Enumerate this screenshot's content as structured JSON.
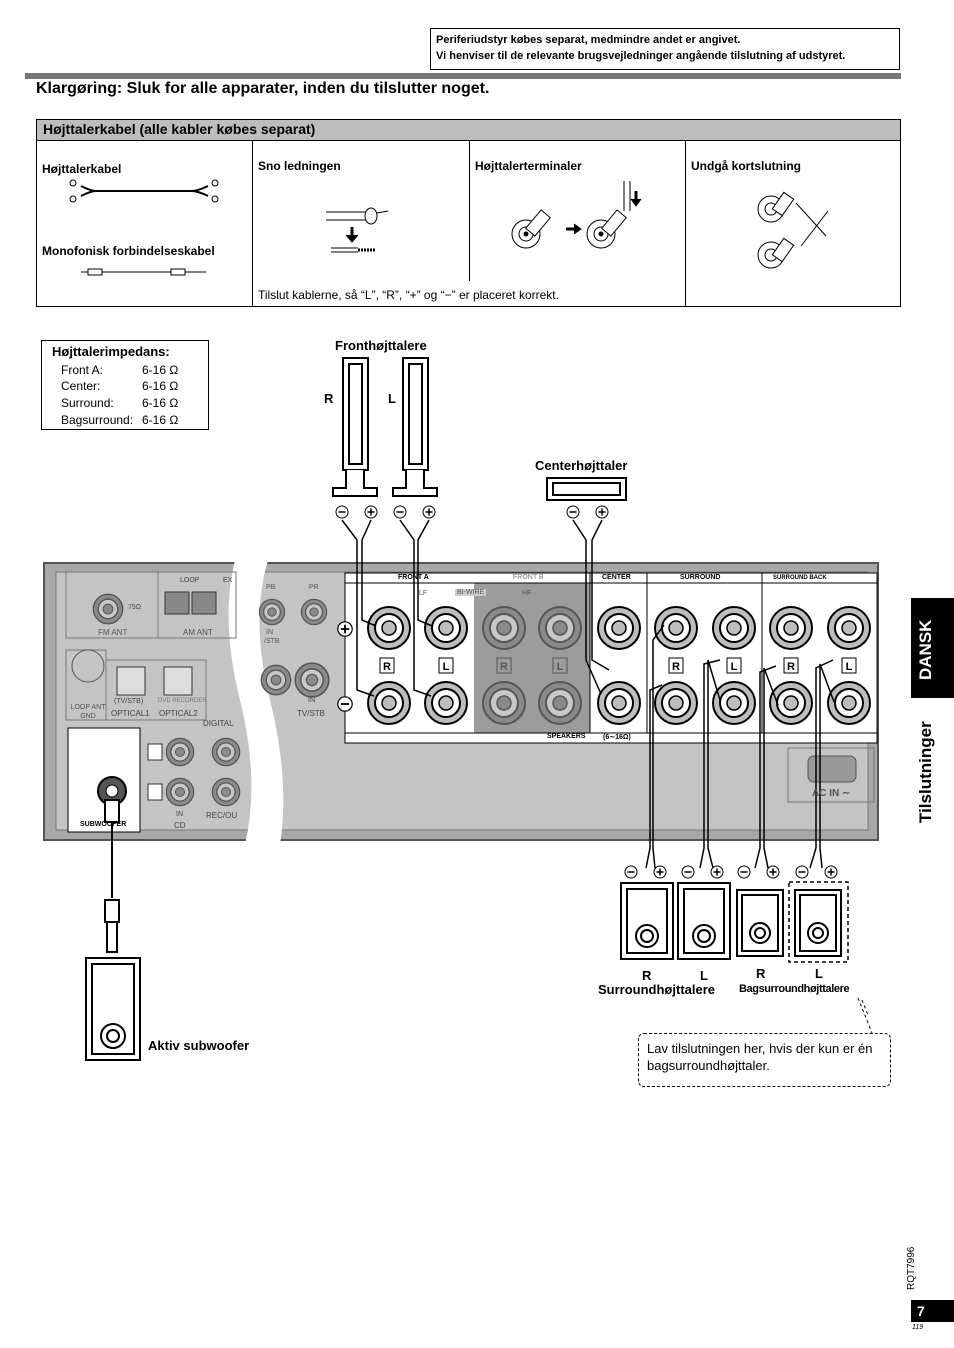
{
  "notice": {
    "line1": "Periferiudstyr købes separat, medmindre andet er angivet.",
    "line2": "Vi henviser til de relevante brugsvejledninger angående tilslutning af udstyret."
  },
  "main_title": "Klargøring: Sluk for alle apparater, inden du tilslutter noget.",
  "section_title": "Højttalerkabel (alle kabler købes separat)",
  "table": {
    "col1_label1": "Højttalerkabel",
    "col1_label2": "Monofonisk forbindelseskabel",
    "col2_label": "Sno ledningen",
    "col3_label": "Højttalerterminaler",
    "col4_label": "Undgå kortslutning",
    "bottom_note": "Tilslut kablerne, så “L”, “R”, “+” og “−” er placeret korrekt."
  },
  "impedance": {
    "title": "Højttalerimpedans:",
    "rows": [
      {
        "name": "Front A:",
        "value": "6-16 Ω"
      },
      {
        "name": "Center:",
        "value": "6-16 Ω"
      },
      {
        "name": "Surround:",
        "value": "6-16 Ω"
      },
      {
        "name": "Bagsurround:",
        "value": "6-16 Ω"
      }
    ]
  },
  "labels": {
    "front_speakers": "Fronthøjttalere",
    "R": "R",
    "L": "L",
    "center_speaker": "Centerhøjttaler",
    "surround_speakers": "Surroundhøjttalere",
    "back_surround_speakers": "Bagsurroundhøjttalere",
    "active_subwoofer": "Aktiv subwoofer",
    "note": "Lav tilslutningen her, hvis der kun er én bagsurroundhøjttaler."
  },
  "panel": {
    "loop": "LOOP",
    "ext": "EX",
    "fm_ant": "FM ANT",
    "am_ant": "AM ANT",
    "ohm75": "75Ω",
    "loop_ant_gnd": "LOOP ANT GND",
    "tv_stb": "(TV/STB)",
    "dvd_recorder": "DVD RECORDER",
    "optical1": "OPTICAL1",
    "optical2": "OPTICAL2",
    "digital": "DIGITAL",
    "in": "IN",
    "tv_stb2": "TV/STB",
    "tv_stb3": "/STB",
    "subwoofer": "SUBWOOFER",
    "cd": "CD",
    "rec_out": "REC/OU",
    "front_a": "FRONT A",
    "front_b": "FRONT B",
    "center": "CENTER",
    "surround": "SURROUND",
    "surround_back": "SURROUND BACK",
    "lf": "LF",
    "bi_wire": "BI-WIRE",
    "hf": "HF",
    "speakers": "SPEAKERS",
    "speakers_imp": "(6∼16Ω)",
    "ac_in": "AC IN ∼",
    "pb": "PB",
    "pr": "PR"
  },
  "side": {
    "tab": "DANSK",
    "section": "Tilslutninger"
  },
  "footer": {
    "doc_code": "RQT7996",
    "page": "7",
    "sub_page": "119"
  }
}
